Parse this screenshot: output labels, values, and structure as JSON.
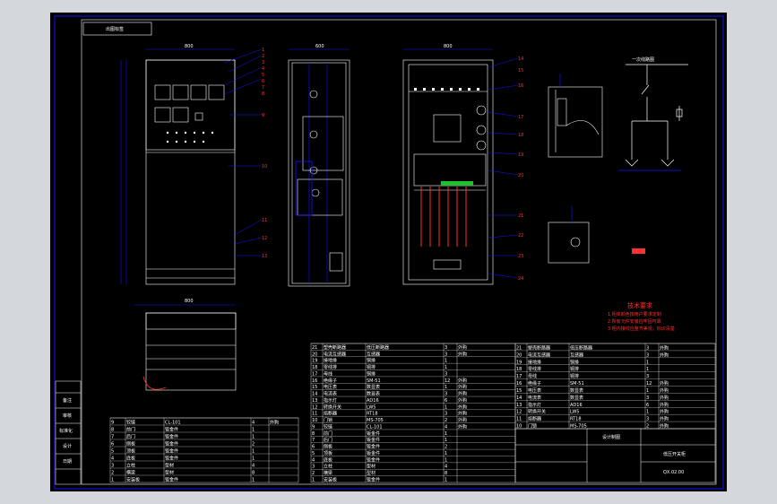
{
  "title_block_label": "出图标签",
  "sheet_title_right": "一次线路图",
  "tech_requirements": {
    "title": "技术要求",
    "items": [
      "1.柜体颜色按用户要求定制",
      "2.所有元件安装应牢固可靠",
      "3.柜内接线应整齐美观，标识清楚"
    ]
  },
  "drawing_number": "QX.02.00",
  "drawing_name": "低压开关柜",
  "company_line": "设计制图",
  "colors": {
    "paper": "#000000",
    "frame": "#1414ff",
    "text": "#ffffff",
    "accent": "#ff2020",
    "chrome": "#d4d7dc"
  },
  "dims": {
    "front_width": "800",
    "side_width": "600",
    "back_width": "800",
    "top_width": "800"
  },
  "bom_rows": [
    [
      "21",
      "塑壳断路器",
      "低压断路器",
      "3",
      "外购"
    ],
    [
      "20",
      "电流互感器",
      "互感器",
      "3",
      "外购"
    ],
    [
      "19",
      "接地排",
      "铜排",
      "1",
      ""
    ],
    [
      "18",
      "零线排",
      "铜排",
      "1",
      ""
    ],
    [
      "17",
      "母线",
      "铜排",
      "3",
      ""
    ],
    [
      "16",
      "绝缘子",
      "SM-51",
      "12",
      "外购"
    ],
    [
      "15",
      "电压表",
      "数显表",
      "1",
      "外购"
    ],
    [
      "14",
      "电流表",
      "数显表",
      "3",
      "外购"
    ],
    [
      "13",
      "指示灯",
      "AD16",
      "6",
      "外购"
    ],
    [
      "12",
      "转换开关",
      "LW5",
      "1",
      "外购"
    ],
    [
      "11",
      "熔断器",
      "RT18",
      "3",
      "外购"
    ],
    [
      "10",
      "门锁",
      "MS-705",
      "2",
      "外购"
    ],
    [
      "9",
      "铰链",
      "CL-101",
      "4",
      "外购"
    ],
    [
      "8",
      "前门",
      "钣金件",
      "1",
      ""
    ],
    [
      "7",
      "后门",
      "钣金件",
      "1",
      ""
    ],
    [
      "6",
      "侧板",
      "钣金件",
      "2",
      ""
    ],
    [
      "5",
      "顶板",
      "钣金件",
      "1",
      ""
    ],
    [
      "4",
      "底板",
      "钣金件",
      "1",
      ""
    ],
    [
      "3",
      "立柱",
      "型材",
      "4",
      ""
    ],
    [
      "2",
      "横梁",
      "型材",
      "8",
      ""
    ],
    [
      "1",
      "安装板",
      "钣金件",
      "1",
      ""
    ]
  ],
  "left_stamp": [
    "备注",
    "审核",
    "标准化",
    "设计",
    "日期"
  ]
}
